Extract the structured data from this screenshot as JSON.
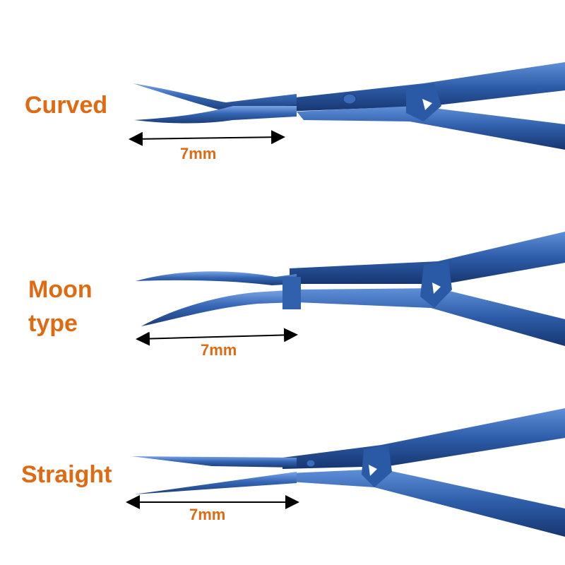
{
  "labels": {
    "curved": "Curved",
    "moon_line1": "Moon",
    "moon_line2": "type",
    "straight": "Straight"
  },
  "measurements": {
    "curved": "7mm",
    "moon": "7mm",
    "straight": "7mm"
  },
  "colors": {
    "label": "#e06a12",
    "steel_blue": "#2f5fa8",
    "steel_dark": "#1c3f7a",
    "steel_light": "#6f9be0",
    "arrow": "#000000"
  }
}
